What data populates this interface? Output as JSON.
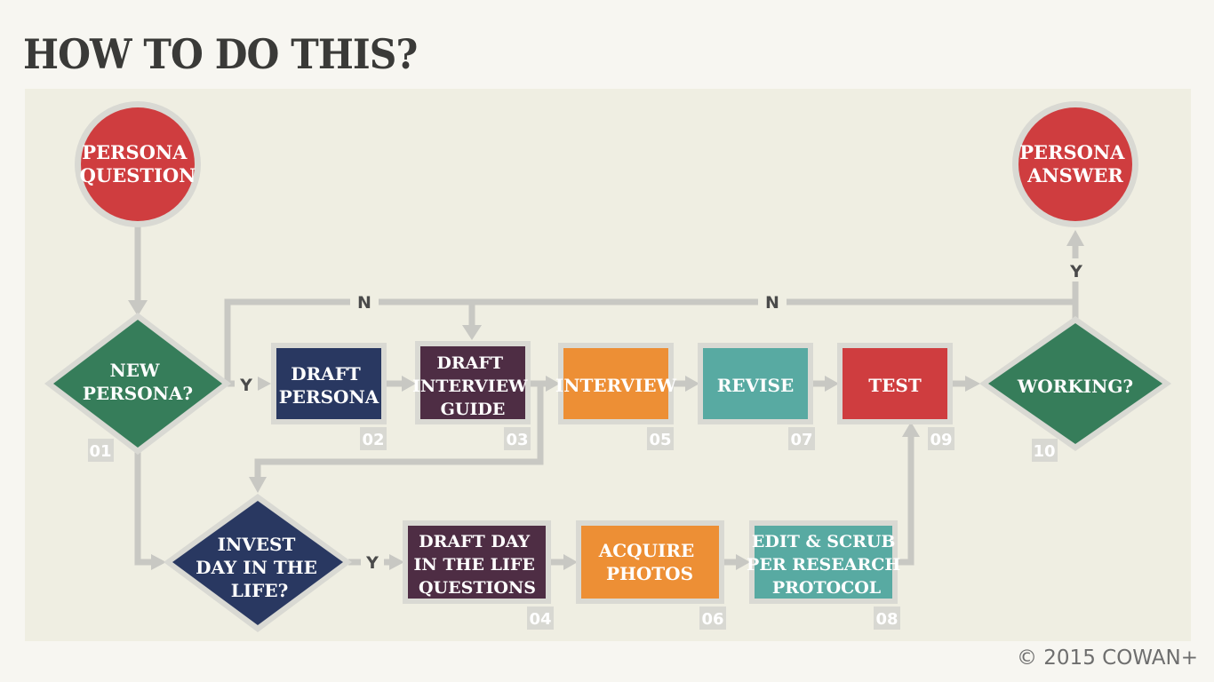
{
  "title": "HOW TO DO THIS?",
  "copyright": "© 2015 COWAN+",
  "nodes": {
    "persona_question": {
      "lines": [
        "PERSONA",
        "QUESTION"
      ],
      "color": "#cf3d3f"
    },
    "persona_answer": {
      "lines": [
        "PERSONA",
        "ANSWER"
      ],
      "color": "#cf3d3f"
    },
    "new_persona": {
      "lines": [
        "NEW",
        "PERSONA?"
      ],
      "number": "01",
      "color": "#367d5a"
    },
    "draft_persona": {
      "lines": [
        "DRAFT",
        "PERSONA"
      ],
      "number": "02",
      "color": "#293861"
    },
    "draft_interview_guide": {
      "lines": [
        "DRAFT",
        "INTERVIEW",
        "GUIDE"
      ],
      "number": "03",
      "color": "#4e2d44"
    },
    "invest_day": {
      "lines": [
        "INVEST",
        "DAY IN THE",
        "LIFE?"
      ],
      "color": "#293861"
    },
    "draft_day_questions": {
      "lines": [
        "DRAFT DAY",
        "IN THE LIFE",
        "QUESTIONS"
      ],
      "number": "04",
      "color": "#4e2d44"
    },
    "interview": {
      "lines": [
        "INTERVIEW"
      ],
      "number": "05",
      "color": "#ed8f35"
    },
    "acquire_photos": {
      "lines": [
        "ACQUIRE",
        "PHOTOS"
      ],
      "number": "06",
      "color": "#ed8f35"
    },
    "revise": {
      "lines": [
        "REVISE"
      ],
      "number": "07",
      "color": "#58aaa2"
    },
    "edit_scrub": {
      "lines": [
        "EDIT & SCRUB",
        "PER RESEARCH",
        "PROTOCOL"
      ],
      "number": "08",
      "color": "#58aaa2"
    },
    "test": {
      "lines": [
        "TEST"
      ],
      "number": "09",
      "color": "#cf3d3f"
    },
    "working": {
      "lines": [
        "WORKING?"
      ],
      "number": "10",
      "color": "#367d5a"
    }
  },
  "edge_labels": {
    "yes": "Y",
    "no": "N"
  }
}
